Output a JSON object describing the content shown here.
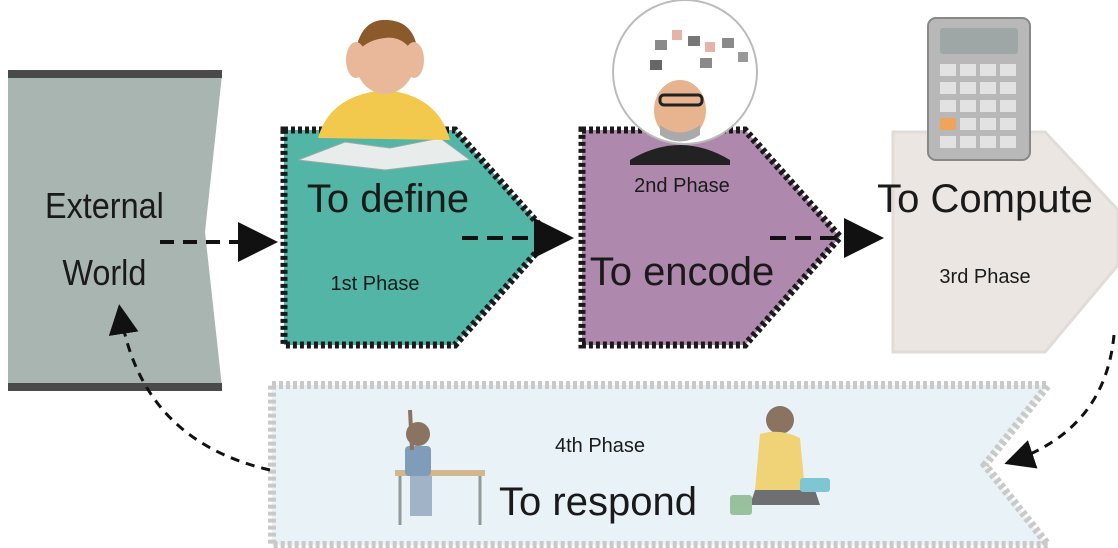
{
  "external": {
    "line1": "External",
    "line2": "World"
  },
  "phase1": {
    "title": "To define",
    "label": "1st Phase",
    "color": "#52b5a6",
    "illustration": "stressed-student-icon"
  },
  "phase2": {
    "label": "2nd Phase",
    "title": "To encode",
    "color": "#ae88ad",
    "illustration": "puzzle-head-man-icon"
  },
  "phase3": {
    "title": "To Compute",
    "label": "3rd Phase",
    "color": "#ece6e2",
    "illustration": "calculator-icon"
  },
  "phase4": {
    "label": "4th Phase",
    "title": "To respond",
    "color": "#e9f3f7",
    "illustration": "students-responding-icon"
  },
  "colors": {
    "external_fill": "#a9b5b0",
    "arrow": "#111111"
  }
}
